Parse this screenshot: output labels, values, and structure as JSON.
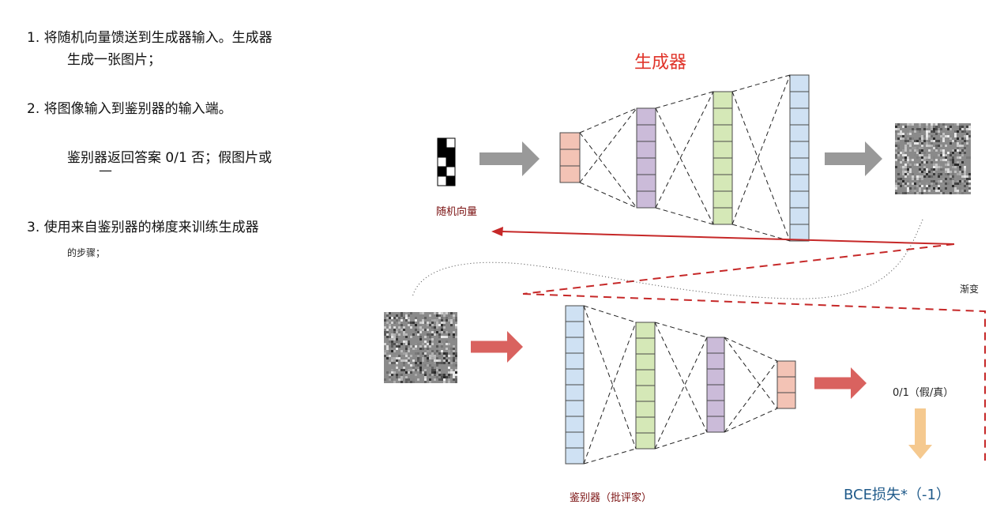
{
  "steps": {
    "step1_line1": "1. 将随机向量馈送到生成器输入。生成器",
    "step1_line2": "生成一张图片；",
    "step2": "2. 将图像输入到鉴别器的输入端。",
    "step2_sub": "鉴别器返回答案 0/1 否；假图片或",
    "step2_dash": "—",
    "step3": "3. 使用来自鉴别器的梯度来训练生成器",
    "step3_sub": "的步骤；"
  },
  "diagram": {
    "generator_title": "生成器",
    "random_vector_label": "随机向量",
    "gradient_label": "渐变",
    "discriminator_label": "鉴别器（批评家）",
    "output_label": "0/1（假/真）",
    "loss_label": "BCE损失*（-1）"
  },
  "colors": {
    "pink": "#f3c3b5",
    "purple": "#cbbbd9",
    "green": "#d5e8b7",
    "blue": "#cfe1f3",
    "red_arrow": "#d9625f",
    "gray_arrow": "#999999",
    "orange_arrow": "#f5c98f",
    "generator_title": "#e0342a",
    "loss_text": "#1f5a8a",
    "gradient_line": "#c62828"
  }
}
